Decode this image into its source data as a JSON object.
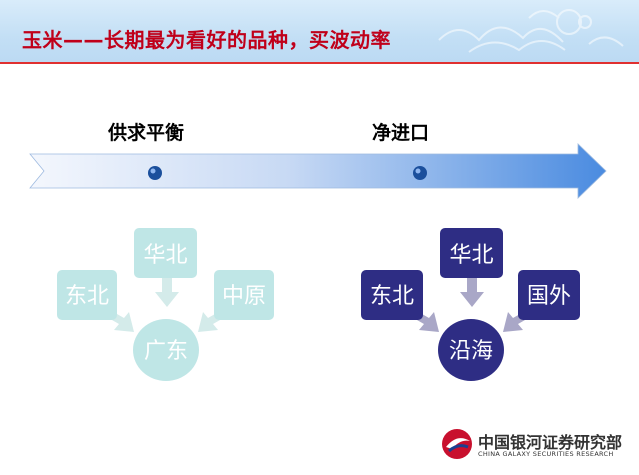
{
  "header": {
    "title": "玉米——长期最为看好的品种，买波动率"
  },
  "timeline": {
    "stages": [
      {
        "label": "供求平衡"
      },
      {
        "label": "净进口"
      }
    ]
  },
  "diagrams": [
    {
      "top": "华北",
      "left": "东北",
      "right": "中原",
      "center": "广东",
      "color": "#bfe6e6"
    },
    {
      "top": "华北",
      "left": "东北",
      "right": "国外",
      "center": "沿海",
      "color": "#2e2d84"
    }
  ],
  "logo": {
    "name": "中国银河证券研究部",
    "sub": "CHINA GALAXY SECURITIES RESEARCH"
  },
  "colors": {
    "title_red": "#c0001a",
    "arrow_blue": "#4c8ee0",
    "pale_node": "#bfe6e6",
    "pale_arrow": "#d4ebea",
    "dark_node": "#2e2d84",
    "dark_arrow": "#a9a7c7"
  }
}
